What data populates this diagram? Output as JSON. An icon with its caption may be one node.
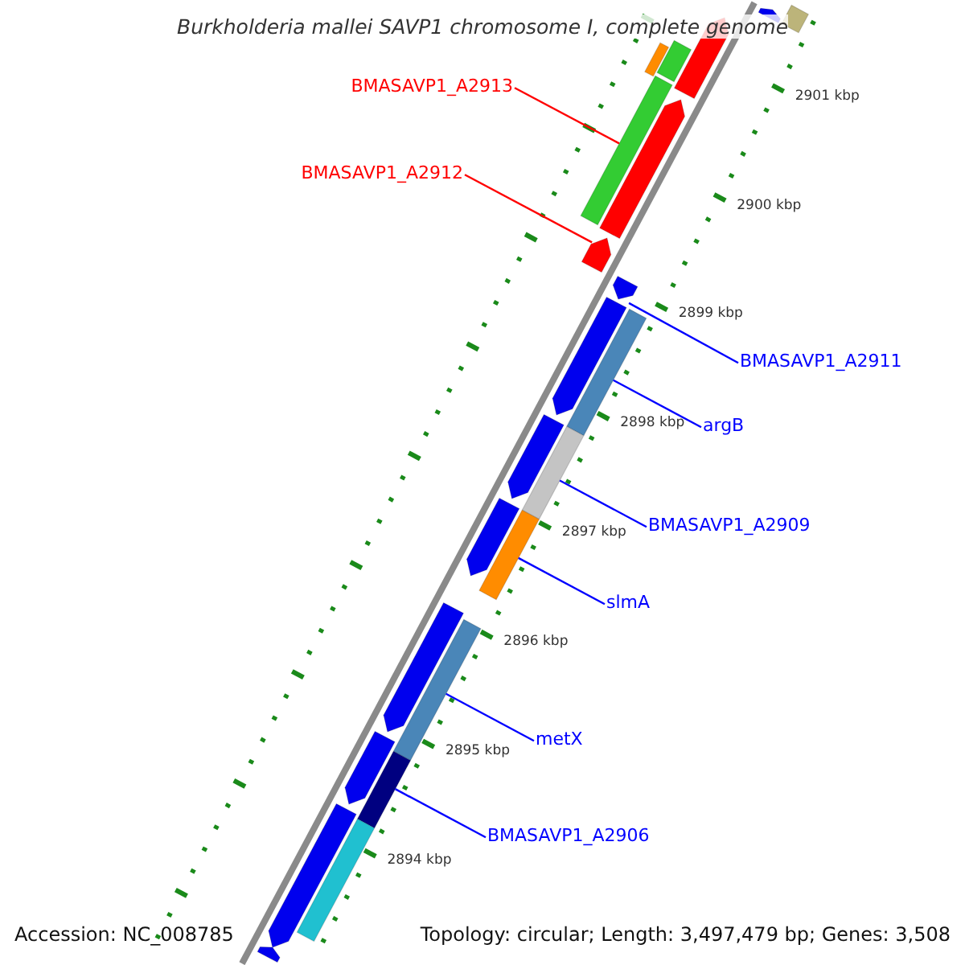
{
  "diagram": {
    "title": "Burkholderia mallei SAVP1 chromosome I, complete genome",
    "nodes": [
      {
        "text": [
          "BMASAVP1_A2913"
        ]
      },
      {
        "text": [
          "BMASAVP1_A2912"
        ]
      },
      {
        "text": [
          "BMASAVP1_A2911"
        ]
      },
      {
        "text": [
          "argB"
        ]
      },
      {
        "text": [
          "BMASAVP1_A2909"
        ]
      },
      {
        "text": [
          "slmA"
        ]
      },
      {
        "text": [
          "metX"
        ]
      },
      {
        "text": [
          "BMASAVP1_A2906"
        ]
      },
      {
        "text": [],
        "shape": "arrow"
      },
      {
        "text": [],
        "shape": "box"
      },
      {
        "text": [],
        "shape": "arrow"
      },
      {
        "text": [],
        "shape": "box"
      },
      {
        "text": [],
        "shape": "box"
      },
      {
        "text": [],
        "shape": "box"
      },
      {
        "text": [],
        "shape": "arrow"
      },
      {
        "text": [],
        "shape": "arrow"
      },
      {
        "text": [],
        "shape": "arrow"
      },
      {
        "text": [],
        "shape": "arrow"
      },
      {
        "text": [],
        "shape": "box"
      },
      {
        "text": [],
        "shape": "arrow"
      },
      {
        "text": [],
        "shape": "box"
      },
      {
        "text": [],
        "shape": "arrow"
      },
      {
        "text": [],
        "shape": "box"
      },
      {
        "text": [],
        "shape": "arrow"
      },
      {
        "text": [],
        "shape": "box"
      },
      {
        "text": [],
        "shape": "arrow"
      },
      {
        "text": [],
        "shape": "box"
      },
      {
        "text": [],
        "shape": "arrow"
      },
      {
        "text": [],
        "shape": "box"
      },
      {
        "text": [],
        "shape": "arrow"
      }
    ],
    "edges": [
      {
        "from": 0,
        "to": 13,
        "arrow": "none",
        "color": "#ff0000"
      },
      {
        "from": 1,
        "to": 15,
        "arrow": "none",
        "color": "#ff0000"
      },
      {
        "from": 2,
        "to": 16,
        "arrow": "none"
      },
      {
        "from": 3,
        "to": 18,
        "arrow": "none"
      },
      {
        "from": 4,
        "to": 20,
        "arrow": "none"
      },
      {
        "from": 5,
        "to": 22,
        "arrow": "none"
      },
      {
        "from": 6,
        "to": 24,
        "arrow": "none"
      },
      {
        "from": 7,
        "to": 26,
        "arrow": "none"
      }
    ],
    "labels": [
      "2901 kbp",
      "2900 kbp",
      "2899 kbp",
      "2898 kbp",
      "2897 kbp",
      "2896 kbp",
      "2895 kbp",
      "2894 kbp",
      "Accession: NC_008785",
      "Topology: circular; Length: 3,497,479 bp; Genes: 3,508"
    ]
  }
}
